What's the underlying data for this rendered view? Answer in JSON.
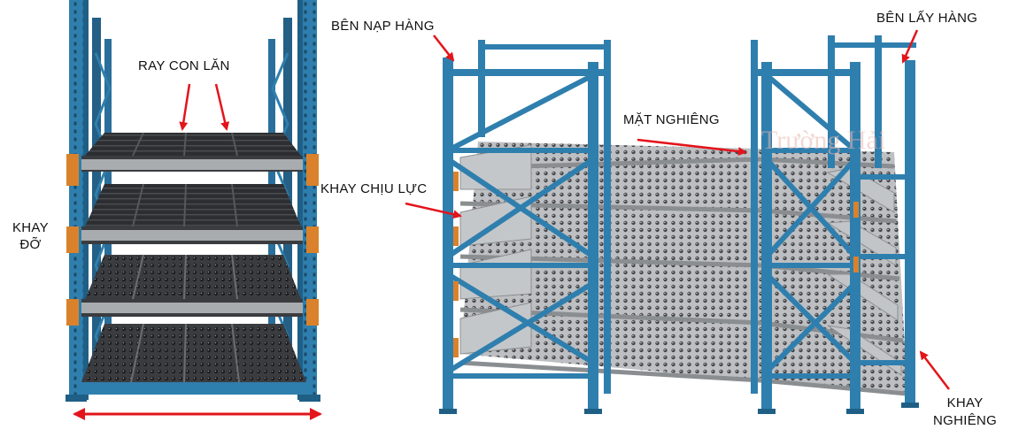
{
  "labels": {
    "ray_con_lan": "RAY CON LĂN",
    "khay_do_line1": "KHAY",
    "khay_do_line2": "ĐỠ",
    "ben_nap_hang": "BÊN NẠP HÀNG",
    "ben_lay_hang": "BÊN LẤY HÀNG",
    "mat_nghieng": "MẶT NGHIÊNG",
    "khay_chiu_luc": "KHAY CHỊU LỰC",
    "khay_nghieng_line1": "KHAY",
    "khay_nghieng_line2": "NGHIÊNG"
  },
  "watermark": "Trường Hải",
  "colors": {
    "frame_blue": "#2f7fae",
    "frame_dark": "#1f5f86",
    "connector_orange": "#d9822b",
    "beam_gray": "#a9acae",
    "tray_dark": "#2c2e31",
    "tray_light": "#c7cacc",
    "arrow_red": "#e3141b"
  }
}
